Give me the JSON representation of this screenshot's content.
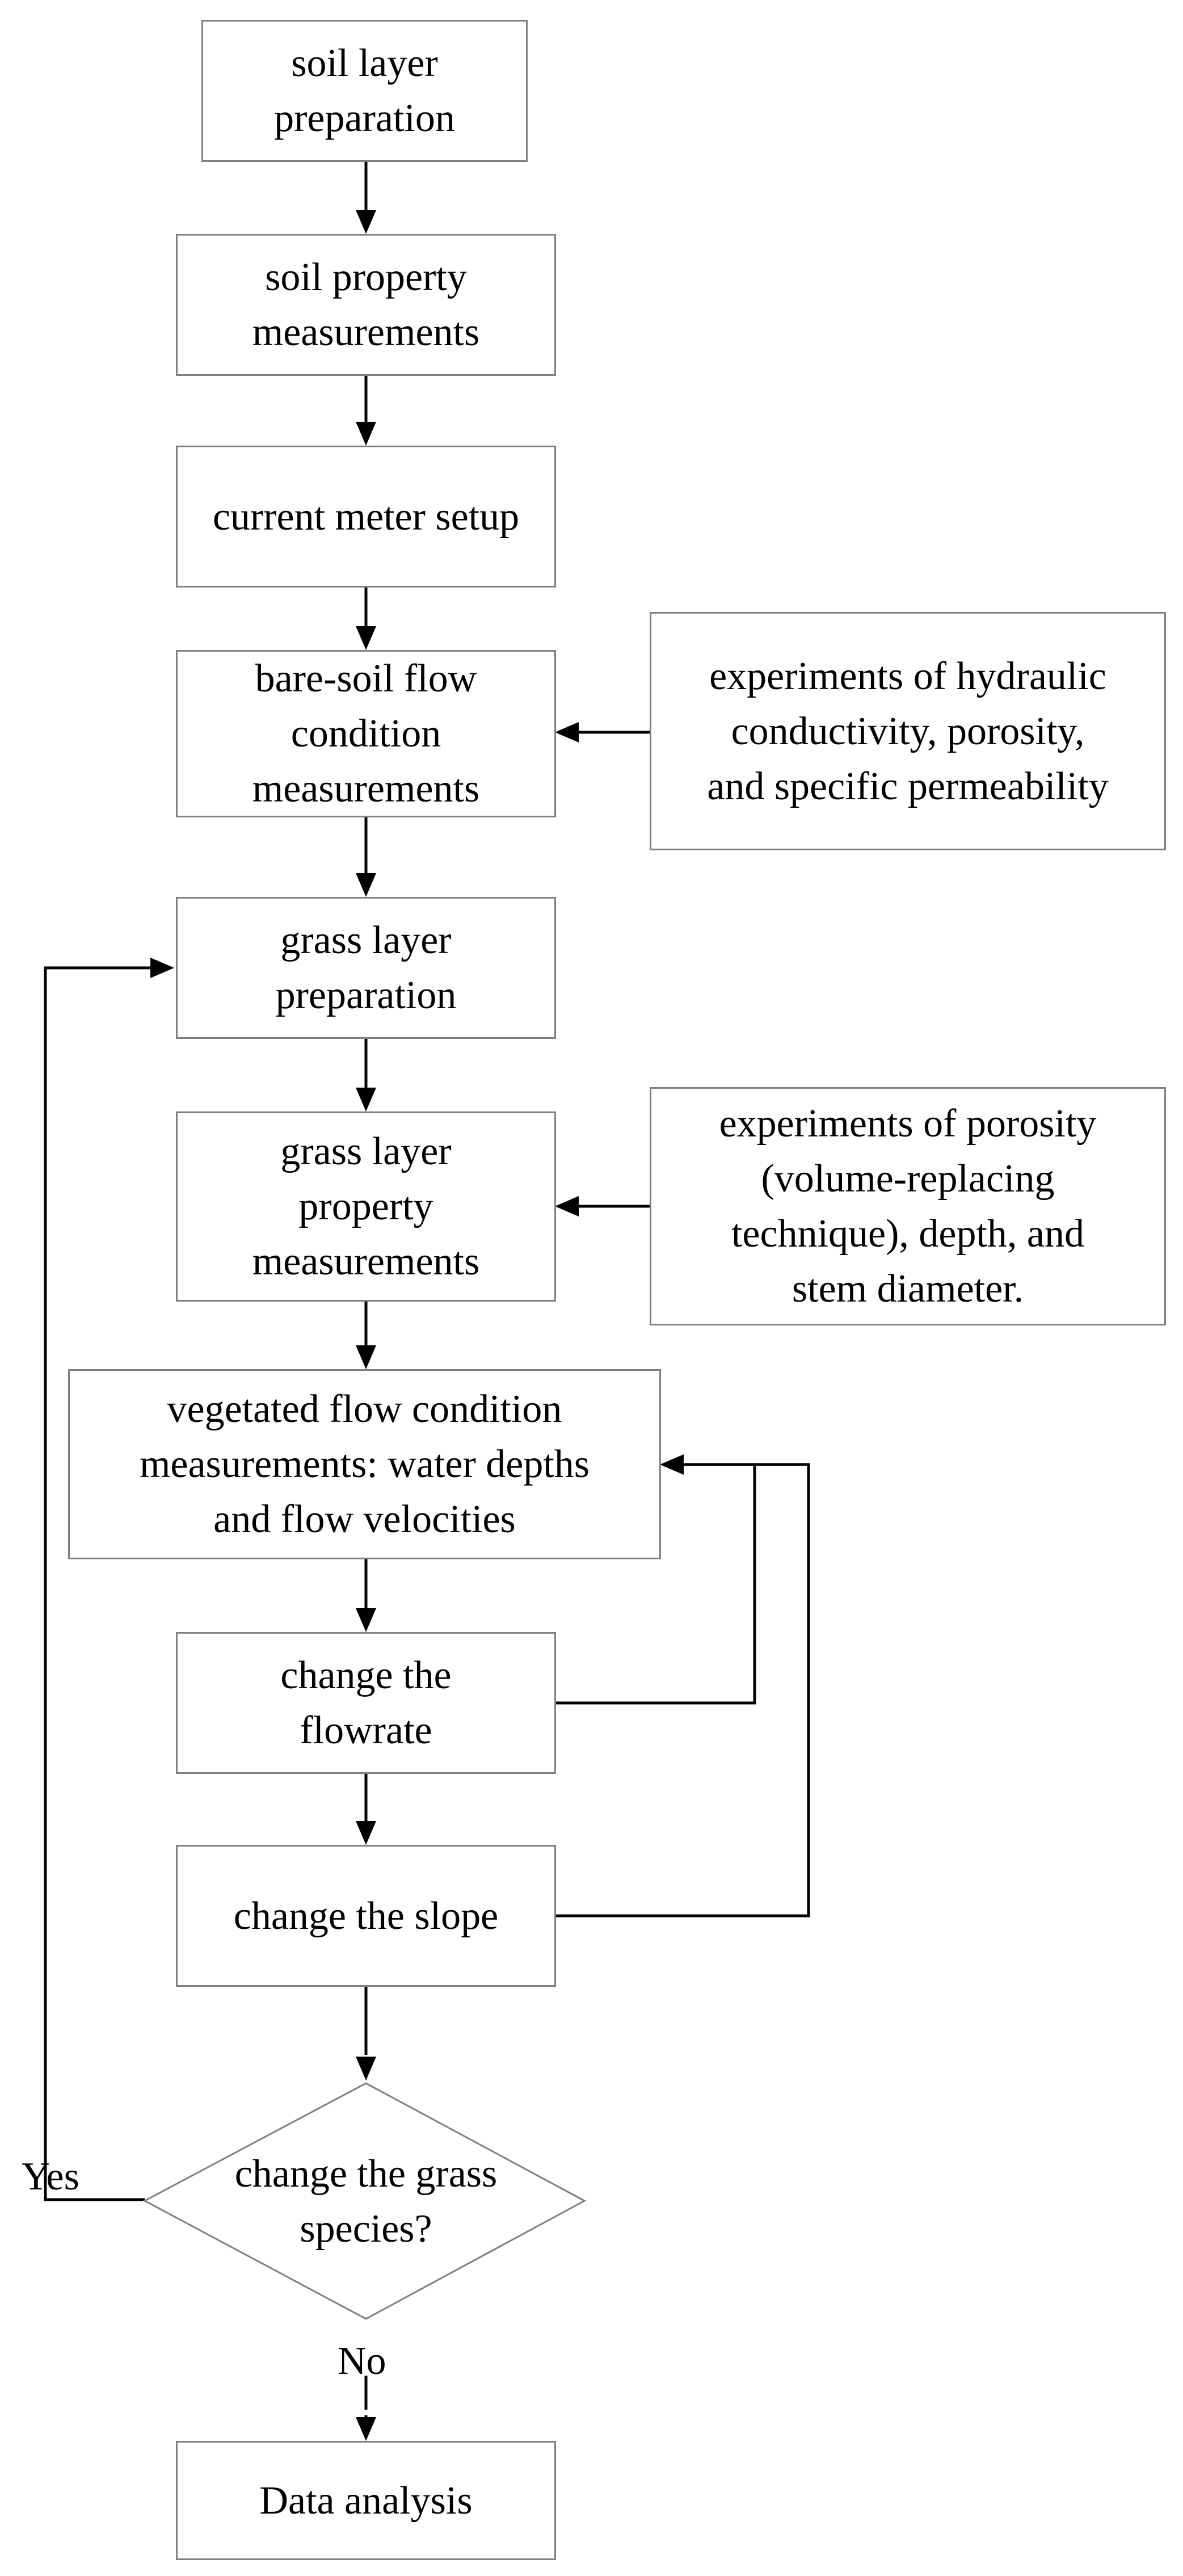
{
  "flowchart": {
    "steps": {
      "soil_layer_preparation": "soil layer\npreparation",
      "soil_property_measurements": "soil property\nmeasurements",
      "current_meter_setup": "current meter setup",
      "bare_soil_flow": "bare-soil flow\ncondition\nmeasurements",
      "grass_layer_preparation": "grass layer\npreparation",
      "grass_layer_property": "grass layer\nproperty\nmeasurements",
      "vegetated_flow": "vegetated flow condition\nmeasurements: water depths\nand flow velocities",
      "change_flowrate": "change the\nflowrate",
      "change_slope": "change the slope",
      "data_analysis": "Data analysis"
    },
    "side_notes": {
      "hydraulic_experiments": "experiments of hydraulic\nconductivity, porosity,\nand specific permeability",
      "porosity_experiments": "experiments of porosity\n(volume-replacing\ntechnique), depth, and\nstem diameter."
    },
    "decision": {
      "question": "change the grass\nspecies?",
      "yes_label": "Yes",
      "no_label": "No"
    }
  }
}
